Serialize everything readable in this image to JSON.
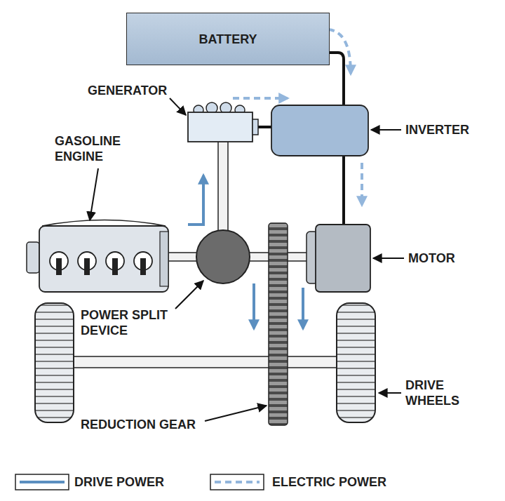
{
  "diagram": {
    "nodes": [
      {
        "text": [
          "BATTERY"
        ]
      }
    ],
    "labels": [
      "GENERATOR",
      "GASOLINE ENGINE",
      "INVERTER",
      "MOTOR",
      "POWER SPLIT DEVICE",
      "DRIVE WHEELS",
      "REDUCTION GEAR"
    ],
    "legend": [
      {
        "text": "DRIVE POWER"
      },
      {
        "text": "ELECTRIC POWER"
      }
    ]
  }
}
